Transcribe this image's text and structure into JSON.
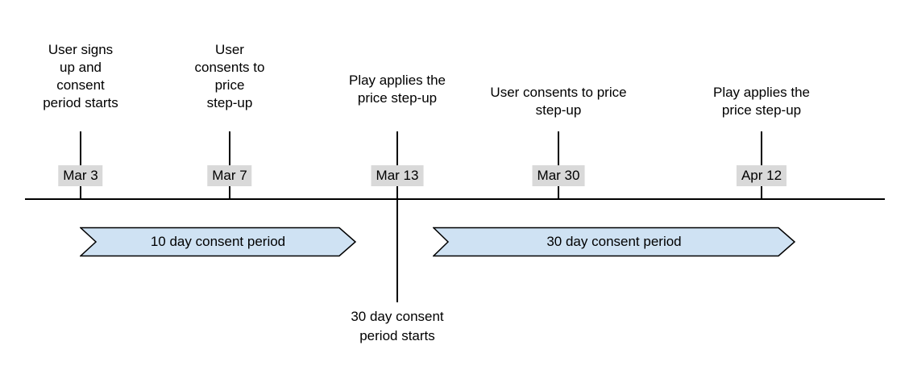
{
  "colors": {
    "bg": "#ffffff",
    "line": "#000000",
    "text": "#000000",
    "date-bg": "#d9d9d9",
    "period-fill": "#cfe2f3",
    "period-border": "#000000"
  },
  "chart_data": {
    "type": "timeline",
    "events": [
      {
        "date": "Mar 3",
        "label": "User signs up and consent period starts"
      },
      {
        "date": "Mar 7",
        "label": "User consents to price step-up"
      },
      {
        "date": "Mar 13",
        "label": "Play applies the price step-up"
      },
      {
        "date": "Mar 30",
        "label": "User consents to price step-up"
      },
      {
        "date": "Apr 12",
        "label": "Play applies the price step-up"
      }
    ],
    "periods": [
      {
        "label": "10 day consent period",
        "from": "Mar 3",
        "to": "Mar 13"
      },
      {
        "label": "30 day consent period",
        "from": "Mar 13",
        "to": "Apr 12"
      }
    ],
    "annotation": {
      "date": "Mar 13",
      "label": "30 day consent period starts"
    }
  },
  "events": [
    {
      "label": "User signs\nup and\nconsent\nperiod starts",
      "date": "Mar 3"
    },
    {
      "label": "User\nconsents to\nprice\nstep-up",
      "date": "Mar 7"
    },
    {
      "label": "Play applies the\nprice step-up",
      "date": "Mar 13"
    },
    {
      "label": "User consents to price\nstep-up",
      "date": "Mar 30"
    },
    {
      "label": "Play applies the\nprice step-up",
      "date": "Apr 12"
    }
  ],
  "periods": [
    {
      "label": "10 day consent period"
    },
    {
      "label": "30 day consent period"
    }
  ],
  "annotation": {
    "label": "30 day consent\nperiod starts"
  }
}
